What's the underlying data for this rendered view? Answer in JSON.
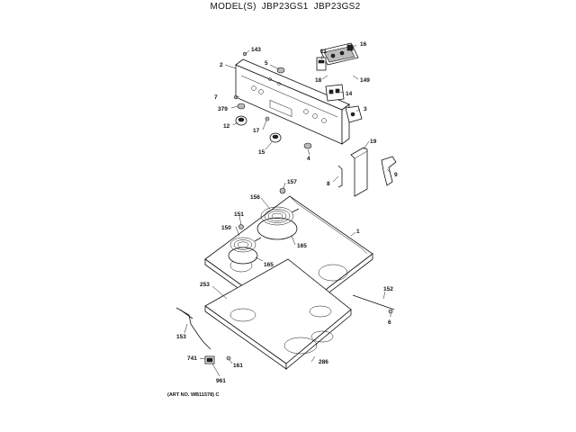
{
  "title": {
    "prefix": "MODEL(S)",
    "model_1": "JBP23GS1",
    "model_2": "JBP23GS2"
  },
  "art_number": "(ART NO. WB11578) C",
  "callouts": {
    "c143": "143",
    "c16": "16",
    "c2": "2",
    "c5": "5",
    "c11": "11",
    "c18": "18",
    "c149": "149",
    "c7": "7",
    "c14": "14",
    "c379": "379",
    "c3": "3",
    "c12": "12",
    "c17": "17",
    "c15": "15",
    "c4": "4",
    "c19": "19",
    "c8": "8",
    "c9": "9",
    "c157": "157",
    "c156": "156",
    "c151": "151",
    "c150": "150",
    "c165a": "165",
    "c1": "1",
    "c165b": "165",
    "c253": "253",
    "c152": "152",
    "c6": "6",
    "c153": "153",
    "c741": "741",
    "c161": "161",
    "c961": "961",
    "c286": "286"
  }
}
